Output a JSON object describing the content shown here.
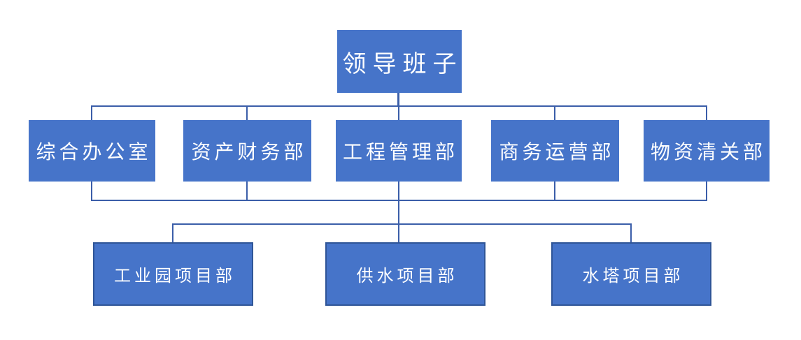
{
  "org": {
    "title": "organization-chart",
    "root": {
      "label": "领导班子"
    },
    "departments": [
      {
        "label": "综合办公室"
      },
      {
        "label": "资产财务部"
      },
      {
        "label": "工程管理部"
      },
      {
        "label": "商务运营部"
      },
      {
        "label": "物资清关部"
      }
    ],
    "projects": [
      {
        "label": "工业园项目部"
      },
      {
        "label": "供水项目部"
      },
      {
        "label": "水塔项目部"
      }
    ],
    "colors": {
      "box_fill": "#4674C9",
      "project_box_border": "#2F5597",
      "connector": "#3B5EA9",
      "text": "#FFFFFF",
      "background": "#FFFFFF"
    }
  }
}
